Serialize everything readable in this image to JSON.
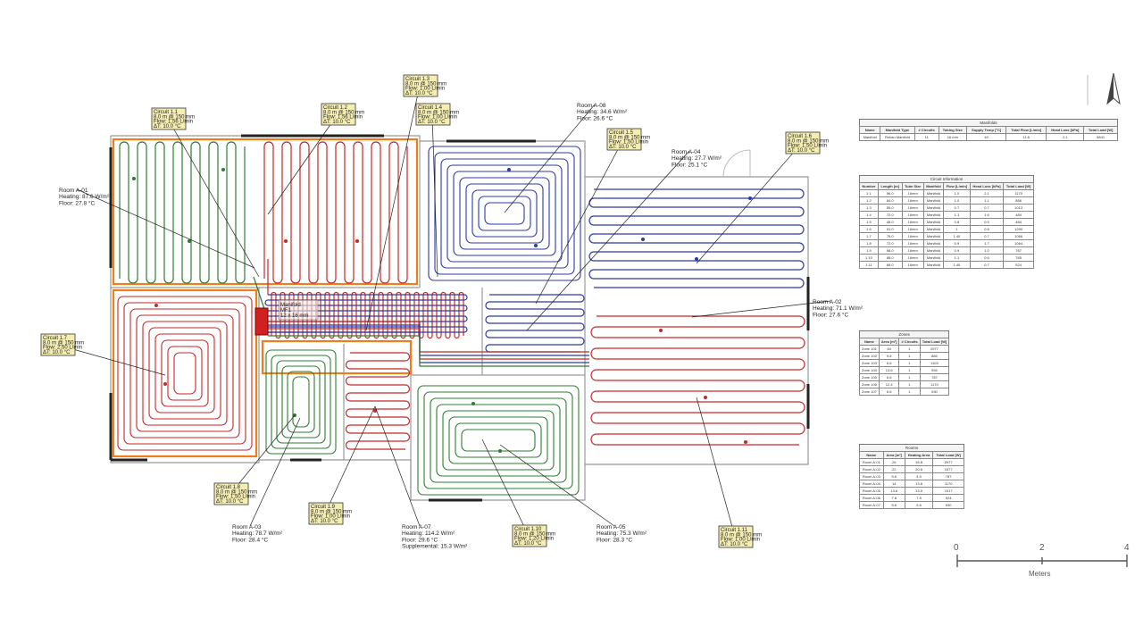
{
  "rooms": [
    {
      "id": "r01",
      "lines": [
        "Room A-01",
        "Heating: 87.6 W/m²",
        "Floor: 27.8 °C"
      ]
    },
    {
      "id": "r08",
      "lines": [
        "Room A-08",
        "Heating: 34.6 W/m²",
        "Floor: 26.6 °C"
      ]
    },
    {
      "id": "r04",
      "lines": [
        "Room A-04",
        "Heating: 27.7 W/m²",
        "Floor: 25.1 °C"
      ]
    },
    {
      "id": "r02",
      "lines": [
        "Room A-02",
        "Heating: 71.1 W/m²",
        "Floor: 27.6 °C"
      ]
    },
    {
      "id": "r03",
      "lines": [
        "Room A-03",
        "Heating: 78.7 W/m²",
        "Floor: 28.4 °C"
      ]
    },
    {
      "id": "r07",
      "lines": [
        "Room A-07",
        "Heating: 114.2 W/m²",
        "Floor: 29.6 °C",
        "Supplemental: 15.3 W/m²"
      ]
    },
    {
      "id": "r05",
      "lines": [
        "Room A-05",
        "Heating: 75.3 W/m²",
        "Floor: 28.3 °C"
      ]
    }
  ],
  "circuit_tags": [
    {
      "id": "c1",
      "lines": [
        "Circuit 1.1",
        "8.0 m @ 150 mm",
        "Flow: 1.56 L/min",
        "ΔT: 10.0 °C"
      ]
    },
    {
      "id": "c2",
      "lines": [
        "Circuit 1.2",
        "8.0 m @ 150 mm",
        "Flow: 1.56 L/min",
        "ΔT: 10.0 °C"
      ]
    },
    {
      "id": "c3",
      "lines": [
        "Circuit 1.3",
        "8.0 m @ 150 mm",
        "Flow: 1.00 L/min",
        "ΔT: 10.0 °C"
      ]
    },
    {
      "id": "c4",
      "lines": [
        "Circuit 1.4",
        "8.0 m @ 150 mm",
        "Flow: 1.00 L/min",
        "ΔT: 10.0 °C"
      ]
    },
    {
      "id": "c5",
      "lines": [
        "Circuit 1.5",
        "8.0 m @ 150 mm",
        "Flow: 1.50 L/min",
        "ΔT: 10.0 °C"
      ]
    },
    {
      "id": "c6",
      "lines": [
        "Circuit 1.6",
        "8.0 m @ 150 mm",
        "Flow: 1.50 L/min",
        "ΔT: 10.0 °C"
      ]
    },
    {
      "id": "c7",
      "lines": [
        "Circuit 1.7",
        "8.0 m @ 150 mm",
        "Flow: 2.50 L/min",
        "ΔT: 10.0 °C"
      ]
    },
    {
      "id": "c8",
      "lines": [
        "Circuit 1.8",
        "8.0 m @ 150 mm",
        "Flow: 1.50 L/min",
        "ΔT: 10.0 °C"
      ]
    },
    {
      "id": "c9",
      "lines": [
        "Circuit 1.9",
        "8.0 m @ 150 mm",
        "Flow: 1.00 L/min",
        "ΔT: 10.0 °C"
      ]
    },
    {
      "id": "c10",
      "lines": [
        "Circuit 1.10",
        "8.0 m @ 150 mm",
        "Flow: 1.20 L/min",
        "ΔT: 10.0 °C"
      ]
    },
    {
      "id": "c11",
      "lines": [
        "Circuit 1.11",
        "8.0 m @ 150 mm",
        "Flow: 1.00 L/min",
        "ΔT: 10.0 °C"
      ]
    }
  ],
  "manifold_tag": {
    "lines": [
      "Manifold",
      "MF1",
      "12 x 16 mm"
    ]
  },
  "tables": {
    "manifolds": {
      "title": "Manifolds",
      "headers": [
        "Name",
        "Manifold Type",
        "# Circuits",
        "Tubing Size",
        "Supply Temp [°C]",
        "Total Flow [L/min]",
        "Head Loss [kPa]",
        "Total Load [W]"
      ],
      "rows": [
        [
          "Manifold",
          "Rehau Manifold",
          "11",
          "16 mm",
          "40",
          "11.6",
          "2.1",
          "5841"
        ]
      ]
    },
    "circuits": {
      "title": "Circuit Information",
      "headers": [
        "Number",
        "Length [m]",
        "Tube Size",
        "Manifold",
        "Flow [L/min]",
        "Head Loss [kPa]",
        "Total Load [W]"
      ],
      "rows": [
        [
          "1.1",
          "96.0",
          "16mm",
          "Manifold",
          "1.0",
          "2.1",
          "1170"
        ],
        [
          "1.2",
          "84.0",
          "16mm",
          "Manifold",
          "1.0",
          "1.1",
          "886"
        ],
        [
          "1.3",
          "55.0",
          "16mm",
          "Manifold",
          "0.7",
          "0.7",
          "1013"
        ],
        [
          "1.4",
          "72.0",
          "16mm",
          "Manifold",
          "1.1",
          "1.6",
          "484"
        ],
        [
          "1.5",
          "48.0",
          "16mm",
          "Manifold",
          "0.8",
          "0.5",
          "484"
        ],
        [
          "1.6",
          "91.0",
          "16mm",
          "Manifold",
          "1",
          "0.8",
          "1290"
        ],
        [
          "1.7",
          "75.0",
          "16mm",
          "Manifold",
          "1.40",
          "0.7",
          "1066"
        ],
        [
          "1.8",
          "72.0",
          "16mm",
          "Manifold",
          "0.9",
          "1.7",
          "1064"
        ],
        [
          "1.9",
          "98.0",
          "16mm",
          "Manifold",
          "0.9",
          "1.0",
          "787"
        ],
        [
          "1.10",
          "88.0",
          "16mm",
          "Manifold",
          "1.1",
          "0.6",
          "785"
        ],
        [
          "1.11",
          "68.0",
          "16mm",
          "Manifold",
          "1.40",
          "0.7",
          "524"
        ]
      ]
    },
    "zones": {
      "title": "Zones",
      "headers": [
        "Name",
        "Area [m²]",
        "# Circuits",
        "Total Load [W]"
      ],
      "rows": [
        [
          "Zone 101",
          "64",
          "1",
          "2977"
        ],
        [
          "Zone 102",
          "9.8",
          "1",
          "884"
        ],
        [
          "Zone 103",
          "5.6",
          "1",
          "1103"
        ],
        [
          "Zone 104",
          "13.6",
          "1",
          "994"
        ],
        [
          "Zone 105",
          "5.6",
          "1",
          "787"
        ],
        [
          "Zone 106",
          "12.4",
          "1",
          "1170"
        ],
        [
          "Zone 107",
          "5.6",
          "1",
          "530"
        ]
      ]
    },
    "rooms": {
      "title": "Rooms",
      "headers": [
        "Name",
        "Area [m²]",
        "Heating Area",
        "Total Load [W]"
      ],
      "rows": [
        [
          "Room A-01",
          "26",
          "16.8",
          "2977"
        ],
        [
          "Room A-02",
          "22",
          "20.6",
          "1577"
        ],
        [
          "Room A-03",
          "5.6",
          "4.5",
          "787"
        ],
        [
          "Room A-04",
          "14",
          "13.6",
          "1170"
        ],
        [
          "Room A-05",
          "13.6",
          "13.0",
          "1017"
        ],
        [
          "Room A-06",
          "7.8",
          "7.5",
          "524"
        ],
        [
          "Room A-07",
          "5.6",
          "5.6",
          "530"
        ]
      ]
    }
  },
  "scale_bar": {
    "ticks": [
      "0",
      "2",
      "4"
    ],
    "unit": "Meters"
  },
  "colors": {
    "green": "#2e7d32",
    "red": "#c62828",
    "blue": "#2c3aa8",
    "orange": "#ef7d1a",
    "tag_fill": "#f5eeb2",
    "tag_border": "#333333",
    "wall": "#222222"
  }
}
